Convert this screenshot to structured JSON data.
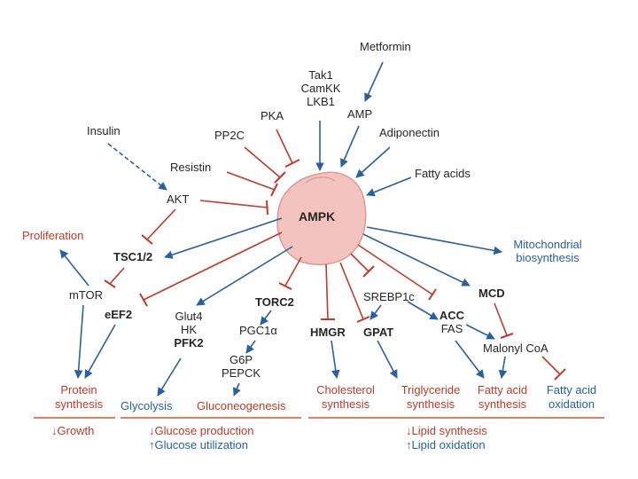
{
  "colors": {
    "activation": "#2b5f9e",
    "inhibition": "#c0392b",
    "ampk_fill": "#f3c4bf",
    "ampk_stroke": "#d99a93",
    "text": "#262626",
    "rule": "#d9826e"
  },
  "center": {
    "label": "AMPK"
  },
  "activators": {
    "metformin": "Metformin",
    "kinases": [
      "Tak1",
      "CamKK",
      "LKB1"
    ],
    "amp": "AMP",
    "adiponectin": "Adiponectin",
    "fatty_acids": "Fatty acids"
  },
  "inhibitors": {
    "insulin": "Insulin",
    "pka": "PKA",
    "pp2c": "PP2C",
    "resistin": "Resistin",
    "akt": "AKT"
  },
  "targets": {
    "proliferation": "Proliferation",
    "tsc": "TSC1/2",
    "mtor": "mTOR",
    "eef2": "eEF2",
    "glut4": "Glut4",
    "hk": "HK",
    "pfk2": "PFK2",
    "torc2": "TORC2",
    "pgc1a": "PGC1α",
    "g6p": "G6P",
    "pepck": "PEPCK",
    "hmgr": "HMGR",
    "srebp1c": "SREBP1c",
    "gpat": "GPAT",
    "acc": "ACC",
    "fas": "FAS",
    "mcd": "MCD",
    "malonyl": "Malonyl CoA",
    "mito": [
      "Mitochondrial",
      "biosynthesis"
    ]
  },
  "outcomes": {
    "protein": [
      "Protein",
      "synthesis"
    ],
    "glycolysis": "Glycolysis",
    "gluconeo": "Gluconeogenesis",
    "cholesterol": [
      "Cholesterol",
      "synthesis"
    ],
    "triglyceride": [
      "Triglyceride",
      "synthesis"
    ],
    "fa_synthesis": [
      "Fatty acid",
      "synthesis"
    ],
    "fa_oxidation": [
      "Fatty acid",
      "oxidation"
    ]
  },
  "summary": {
    "growth": "↓Growth",
    "glucose_production": "↓Glucose production",
    "glucose_utilization": "↑Glucose utilization",
    "lipid_synthesis": "↓Lipid synthesis",
    "lipid_oxidation": "↑Lipid oxidation"
  }
}
